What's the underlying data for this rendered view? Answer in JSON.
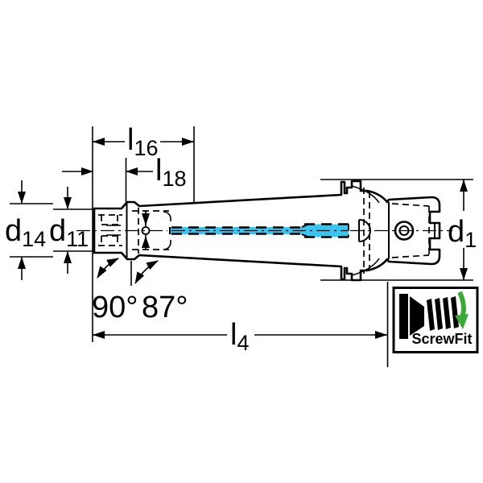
{
  "drawing": {
    "type": "technical-drawing",
    "subject": "ScrewFit adapter tool holder side view with dimension callouts",
    "labels": {
      "l16": {
        "main": "l",
        "sub": "16"
      },
      "l18": {
        "main": "l",
        "sub": "18"
      },
      "d14": {
        "main": "d",
        "sub": "14"
      },
      "d11": {
        "main": "d",
        "sub": "11"
      },
      "d1": {
        "main": "d",
        "sub": "1"
      },
      "l4": {
        "main": "l",
        "sub": "4"
      },
      "angle_90": "90°",
      "angle_87": "87°"
    },
    "badge": {
      "label": "ScrewFit",
      "icons": [
        "screw-icon",
        "rotation-arrow-icon"
      ]
    },
    "colors": {
      "line": "#000000",
      "body_fill": "#dce3e6",
      "coolant_cyan": "#38c6f0",
      "screwfit_green": "#3aaa35",
      "background": "#ffffff"
    }
  }
}
